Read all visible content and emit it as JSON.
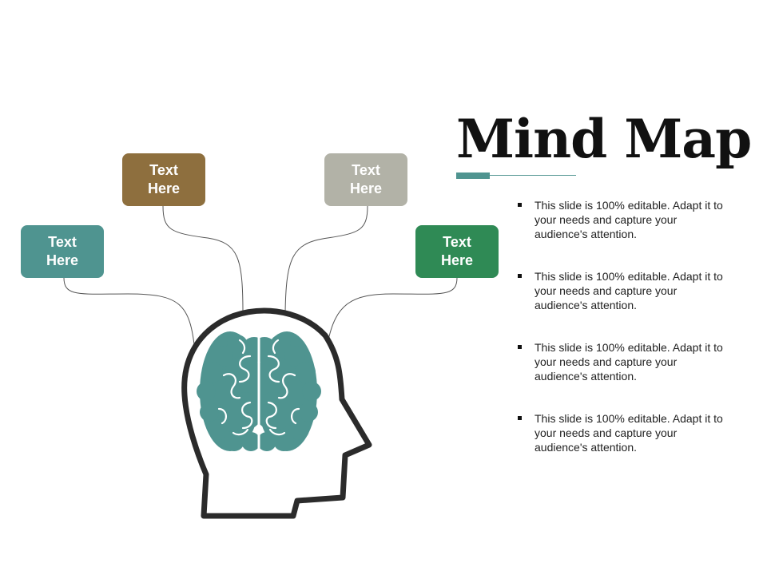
{
  "slide": {
    "title": "Mind Map",
    "colors": {
      "teal": "#4f9490",
      "brown": "#8e6f3e",
      "gray": "#b2b2a7",
      "green": "#2f8a55",
      "brain": "#4f9490",
      "head_outline": "#2b2b2b"
    }
  },
  "nodes": [
    {
      "label": "Text Here",
      "color": "#4f9490"
    },
    {
      "label": "Text Here",
      "color": "#8e6f3e"
    },
    {
      "label": "Text Here",
      "color": "#b2b2a7"
    },
    {
      "label": "Text Here",
      "color": "#2f8a55"
    }
  ],
  "bullets": [
    "This slide is 100% editable. Adapt it to your needs and capture your audience's attention.",
    "This slide is 100% editable. Adapt it to your needs and capture your audience's attention.",
    "This slide is 100% editable. Adapt it to your needs and capture your audience's attention.",
    "This slide is 100% editable. Adapt it to your needs and capture your audience's attention."
  ],
  "icons": {
    "head": "human-head-profile-icon",
    "brain": "brain-icon"
  }
}
